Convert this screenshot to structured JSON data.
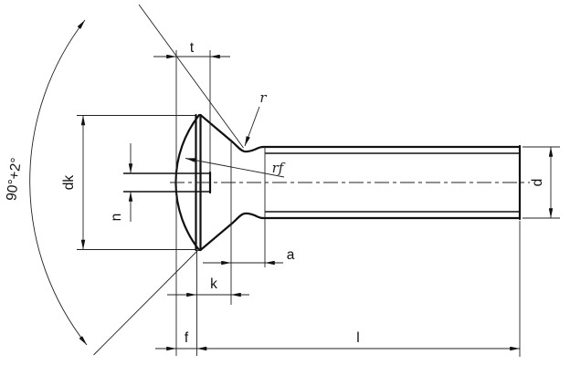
{
  "drawing": {
    "labels": {
      "slot_depth": "t",
      "head_diameter": "dk",
      "slot_width": "n",
      "head_height": "k",
      "thread_runout": "a",
      "lens_height": "f",
      "length": "l",
      "thread_diameter": "d",
      "fillet_radius": "r",
      "lens_radius": "rf",
      "countersink_angle": "90°+2°"
    },
    "colors": {
      "line": "#111111",
      "background": "#ffffff"
    }
  }
}
